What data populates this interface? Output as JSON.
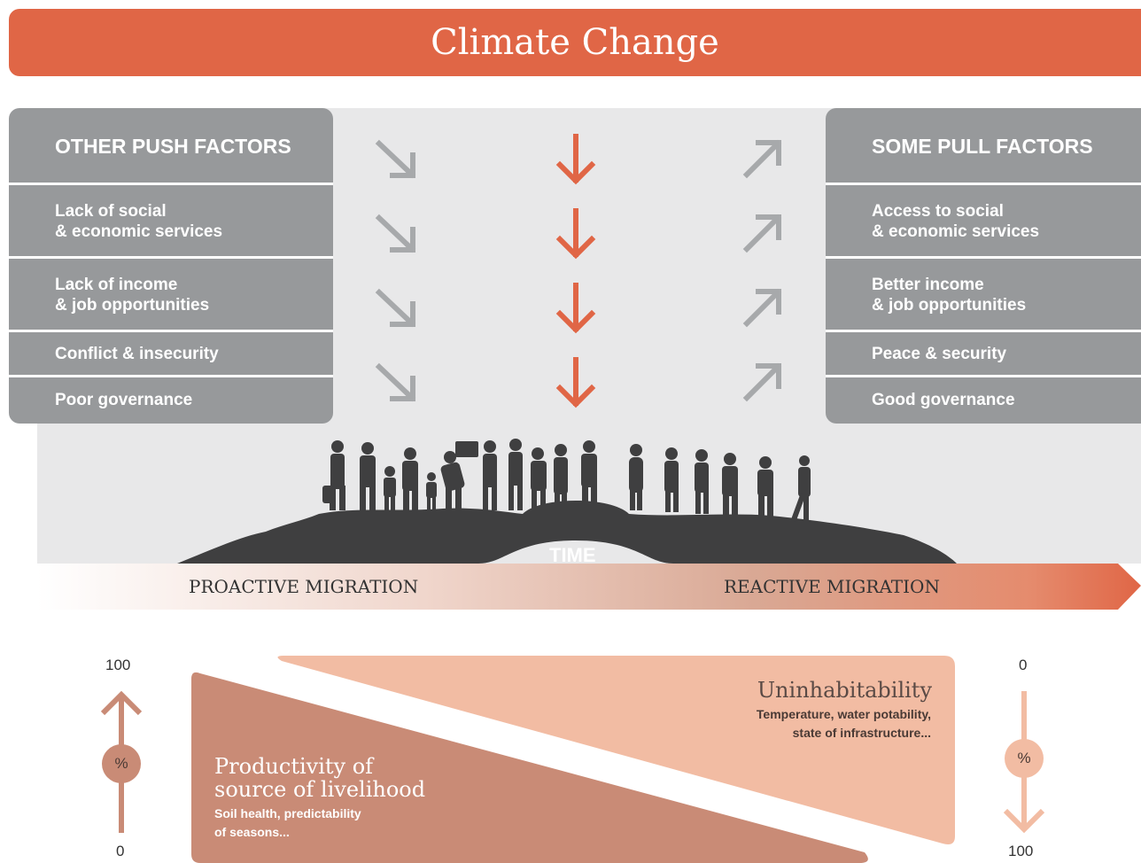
{
  "title": "Climate Change",
  "push_factors": {
    "header": "OTHER PUSH FACTORS",
    "items": [
      "Lack of social\n& economic services",
      "Lack of income\n& job opportunities",
      "Conflict & insecurity",
      "Poor governance"
    ]
  },
  "pull_factors": {
    "header": "SOME PULL FACTORS",
    "items": [
      "Access to social\n& economic services",
      "Better income\n& job opportunities",
      "Peace & security",
      "Good governance"
    ]
  },
  "timeline": {
    "time_label": "TIME",
    "left_label": "PROACTIVE MIGRATION",
    "right_label": "REACTIVE MIGRATION"
  },
  "left_scale": {
    "top": "100",
    "bottom": "0",
    "symbol": "%"
  },
  "right_scale": {
    "top": "0",
    "bottom": "100",
    "symbol": "%"
  },
  "productivity": {
    "title": "Productivity of\nsource of livelihood",
    "subtitle": "Soil health, predictability\nof seasons..."
  },
  "uninhabitability": {
    "title": "Uninhabitability",
    "subtitle": "Temperature, water potability,\nstate of infrastructure..."
  },
  "colors": {
    "accent": "#e06646",
    "grey_box": "#97999b",
    "grey_arrow": "#a7a9ab",
    "productivity": "#c98b76",
    "uninhabitability": "#f2bca3",
    "silhouette": "#3f3f40"
  }
}
